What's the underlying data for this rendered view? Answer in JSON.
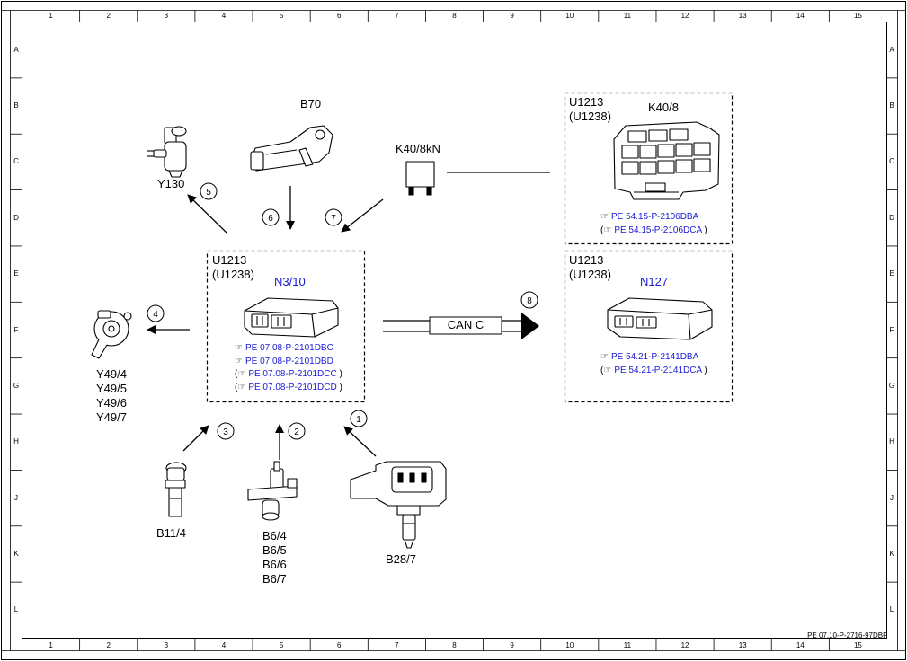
{
  "grid": {
    "columns": [
      "1",
      "2",
      "3",
      "4",
      "5",
      "6",
      "7",
      "8",
      "9",
      "10",
      "11",
      "12",
      "13",
      "14",
      "15"
    ],
    "rows": [
      "A",
      "B",
      "C",
      "D",
      "E",
      "F",
      "G",
      "H",
      "J",
      "K",
      "L"
    ]
  },
  "document_ref": "PE 07.10-P-2716-97DBF",
  "modules": {
    "engine_ecu": {
      "code": "U1213",
      "code_alt": "(U1238)",
      "name": "N3/10",
      "refs": [
        {
          "text": "PE 07.08-P-2101DBC",
          "paren": false
        },
        {
          "text": "PE 07.08-P-2101DBD",
          "paren": false
        },
        {
          "text": "PE 07.08-P-2101DCC",
          "paren": true
        },
        {
          "text": "PE 07.08-P-2101DCD",
          "paren": true
        }
      ]
    },
    "fuse_box": {
      "code": "U1213",
      "code_alt": "(U1238)",
      "name": "K40/8",
      "refs": [
        {
          "text": "PE 54.15-P-2106DBA",
          "paren": false
        },
        {
          "text": "PE 54.15-P-2106DCA",
          "paren": true
        }
      ]
    },
    "n127": {
      "code": "U1213",
      "code_alt": "(U1238)",
      "name": "N127",
      "refs": [
        {
          "text": "PE 54.21-P-2141DBA",
          "paren": false
        },
        {
          "text": "PE 54.21-P-2141DCA",
          "paren": true
        }
      ]
    }
  },
  "components": {
    "b70": "B70",
    "k40_8kn": "K40/8kN",
    "y130": "Y130",
    "y49": [
      "Y49/4",
      "Y49/5",
      "Y49/6",
      "Y49/7"
    ],
    "b11_4": "B11/4",
    "b6": [
      "B6/4",
      "B6/5",
      "B6/6",
      "B6/7"
    ],
    "b28_7": "B28/7"
  },
  "signals": [
    "1",
    "2",
    "3",
    "4",
    "5",
    "6",
    "7",
    "8"
  ],
  "can_label": "CAN C"
}
